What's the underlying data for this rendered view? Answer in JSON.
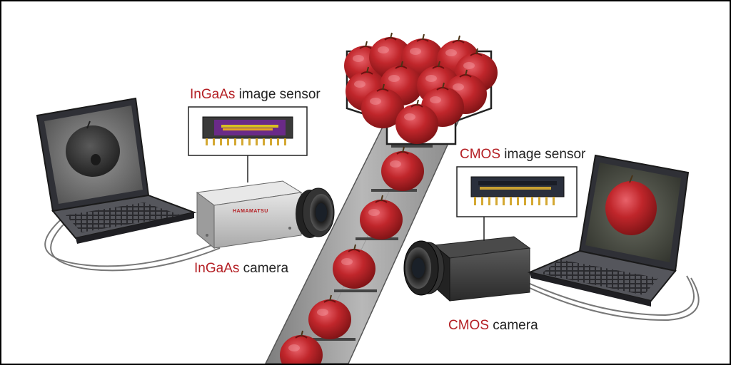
{
  "labels": {
    "ingaas_sensor": {
      "highlight": "InGaAs",
      "rest": " image sensor"
    },
    "cmos_sensor": {
      "highlight": "CMOS",
      "rest": " image sensor"
    },
    "ingaas_camera": {
      "highlight": "InGaAs",
      "rest": " camera"
    },
    "cmos_camera": {
      "highlight": "CMOS",
      "rest": " camera"
    }
  },
  "camera_brand": "HAMAMATSU",
  "colors": {
    "highlight": "#b41f24",
    "apple": "#c0262b",
    "conveyor": "#8a8a8a",
    "camera_body": "#c9c9c9",
    "laptop": "#3a3a40"
  },
  "icons": [
    "laptop-icon",
    "camera-icon",
    "sensor-chip-icon",
    "apple-icon",
    "hopper-icon",
    "conveyor-belt-icon"
  ]
}
